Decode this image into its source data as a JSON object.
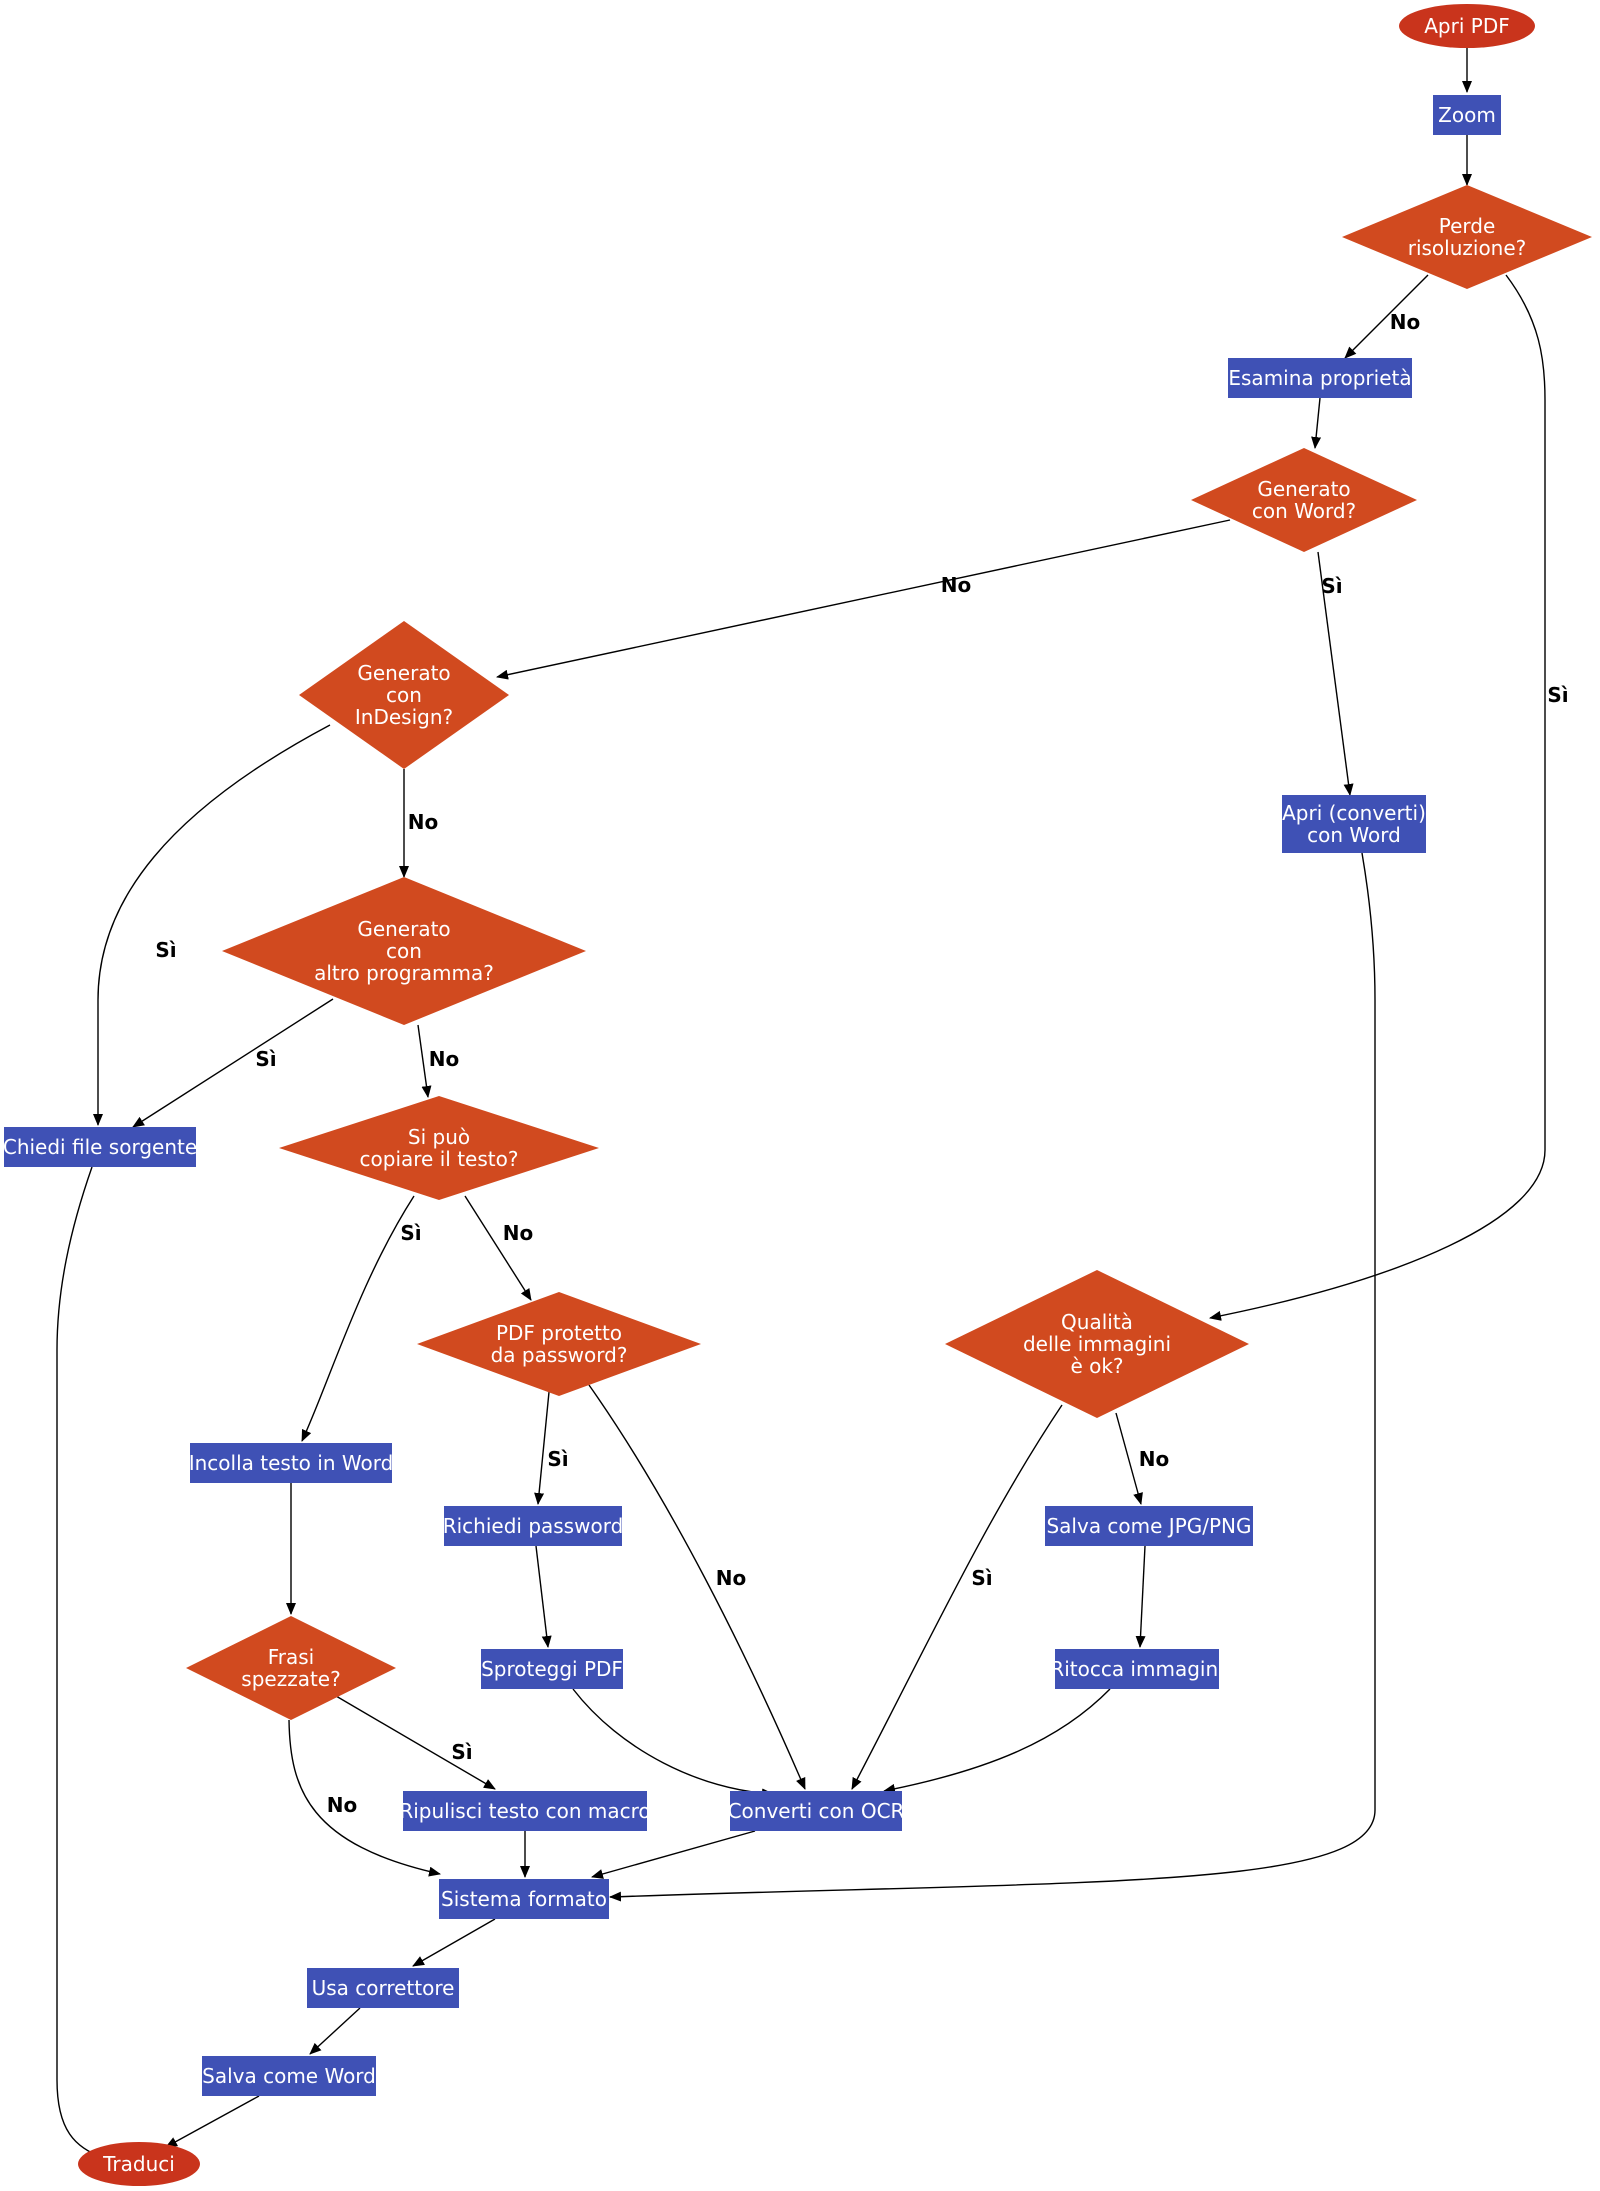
{
  "colors": {
    "terminal": "#c9341c",
    "decision": "#d14a1f",
    "process": "#3f51b5",
    "node_text": "#ffffff",
    "edge": "#000000"
  },
  "nodes": {
    "apri_pdf": {
      "shape": "ellipse",
      "lines": [
        "Apri PDF"
      ]
    },
    "zoom": {
      "shape": "rect",
      "lines": [
        "Zoom"
      ]
    },
    "perde_risoluzione": {
      "shape": "diamond",
      "lines": [
        "Perde",
        "risoluzione?"
      ]
    },
    "esamina_proprieta": {
      "shape": "rect",
      "lines": [
        "Esamina proprietà"
      ]
    },
    "generato_word": {
      "shape": "diamond",
      "lines": [
        "Generato",
        "con Word?"
      ]
    },
    "generato_indesign": {
      "shape": "diamond",
      "lines": [
        "Generato",
        "con",
        "InDesign?"
      ]
    },
    "apri_con_word": {
      "shape": "rect",
      "lines": [
        "Apri (converti)",
        "con Word"
      ]
    },
    "generato_altro": {
      "shape": "diamond",
      "lines": [
        "Generato",
        "con",
        "altro programma?"
      ]
    },
    "chiedi_file_sorgente": {
      "shape": "rect",
      "lines": [
        "Chiedi file sorgente"
      ]
    },
    "si_puo_copiare": {
      "shape": "diamond",
      "lines": [
        "Si può",
        "copiare il testo?"
      ]
    },
    "pdf_protetto": {
      "shape": "diamond",
      "lines": [
        "PDF protetto",
        "da password?"
      ]
    },
    "qualita_immagini": {
      "shape": "diamond",
      "lines": [
        "Qualità",
        "delle immagini",
        "è ok?"
      ]
    },
    "incolla_testo": {
      "shape": "rect",
      "lines": [
        "Incolla testo in Word"
      ]
    },
    "richiedi_password": {
      "shape": "rect",
      "lines": [
        "Richiedi password"
      ]
    },
    "salva_jpg_png": {
      "shape": "rect",
      "lines": [
        "Salva come JPG/PNG"
      ]
    },
    "frasi_spezzate": {
      "shape": "diamond",
      "lines": [
        "Frasi",
        "spezzate?"
      ]
    },
    "sproteggi_pdf": {
      "shape": "rect",
      "lines": [
        "Sproteggi PDF"
      ]
    },
    "ritocca_immagini": {
      "shape": "rect",
      "lines": [
        "Ritocca immagini"
      ]
    },
    "ripulisci_testo": {
      "shape": "rect",
      "lines": [
        "Ripulisci testo con macro"
      ]
    },
    "converti_ocr": {
      "shape": "rect",
      "lines": [
        "Converti con OCR"
      ]
    },
    "sistema_formato": {
      "shape": "rect",
      "lines": [
        "Sistema formato"
      ]
    },
    "usa_correttore": {
      "shape": "rect",
      "lines": [
        "Usa correttore"
      ]
    },
    "salva_word": {
      "shape": "rect",
      "lines": [
        "Salva come Word"
      ]
    },
    "traduci": {
      "shape": "ellipse",
      "lines": [
        "Traduci"
      ]
    }
  },
  "edges": [
    {
      "from": "apri_pdf",
      "to": "zoom",
      "label": ""
    },
    {
      "from": "zoom",
      "to": "perde_risoluzione",
      "label": ""
    },
    {
      "from": "perde_risoluzione",
      "to": "esamina_proprieta",
      "label": "No"
    },
    {
      "from": "perde_risoluzione",
      "to": "qualita_immagini",
      "label": "Sì"
    },
    {
      "from": "esamina_proprieta",
      "to": "generato_word",
      "label": ""
    },
    {
      "from": "generato_word",
      "to": "generato_indesign",
      "label": "No"
    },
    {
      "from": "generato_word",
      "to": "apri_con_word",
      "label": "Sì"
    },
    {
      "from": "generato_indesign",
      "to": "generato_altro",
      "label": "No"
    },
    {
      "from": "generato_indesign",
      "to": "chiedi_file_sorgente",
      "label": "Sì"
    },
    {
      "from": "apri_con_word",
      "to": "sistema_formato",
      "label": ""
    },
    {
      "from": "generato_altro",
      "to": "chiedi_file_sorgente",
      "label": "Sì"
    },
    {
      "from": "generato_altro",
      "to": "si_puo_copiare",
      "label": "No"
    },
    {
      "from": "chiedi_file_sorgente",
      "to": "traduci",
      "label": ""
    },
    {
      "from": "si_puo_copiare",
      "to": "incolla_testo",
      "label": "Sì"
    },
    {
      "from": "si_puo_copiare",
      "to": "pdf_protetto",
      "label": "No"
    },
    {
      "from": "pdf_protetto",
      "to": "richiedi_password",
      "label": "Sì"
    },
    {
      "from": "pdf_protetto",
      "to": "converti_ocr",
      "label": "No"
    },
    {
      "from": "qualita_immagini",
      "to": "converti_ocr",
      "label": "Sì"
    },
    {
      "from": "qualita_immagini",
      "to": "salva_jpg_png",
      "label": "No"
    },
    {
      "from": "incolla_testo",
      "to": "frasi_spezzate",
      "label": ""
    },
    {
      "from": "richiedi_password",
      "to": "sproteggi_pdf",
      "label": ""
    },
    {
      "from": "salva_jpg_png",
      "to": "ritocca_immagini",
      "label": ""
    },
    {
      "from": "frasi_spezzate",
      "to": "ripulisci_testo",
      "label": "Sì"
    },
    {
      "from": "frasi_spezzate",
      "to": "sistema_formato",
      "label": "No"
    },
    {
      "from": "sproteggi_pdf",
      "to": "converti_ocr",
      "label": ""
    },
    {
      "from": "ritocca_immagini",
      "to": "converti_ocr",
      "label": ""
    },
    {
      "from": "ripulisci_testo",
      "to": "sistema_formato",
      "label": ""
    },
    {
      "from": "converti_ocr",
      "to": "sistema_formato",
      "label": ""
    },
    {
      "from": "sistema_formato",
      "to": "usa_correttore",
      "label": ""
    },
    {
      "from": "usa_correttore",
      "to": "salva_word",
      "label": ""
    },
    {
      "from": "salva_word",
      "to": "traduci",
      "label": ""
    }
  ]
}
